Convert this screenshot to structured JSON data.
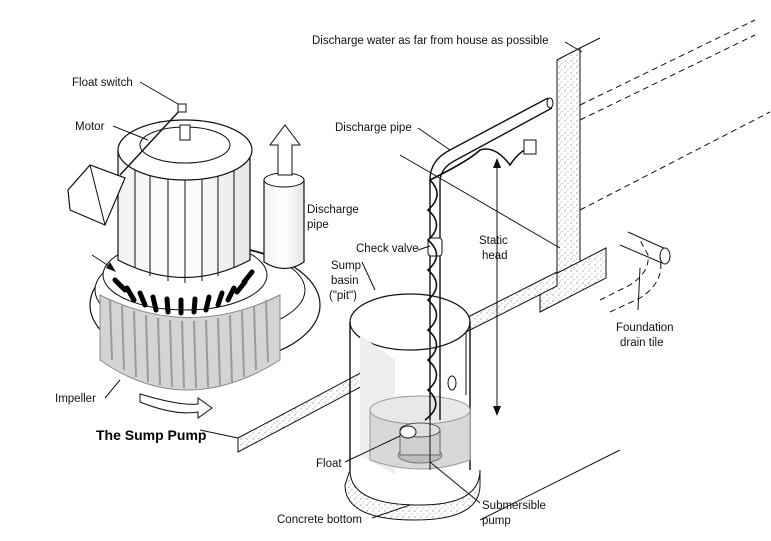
{
  "title": "The Sump Pump",
  "labels": {
    "discharge_water": "Discharge water as far from house as possible",
    "float_switch": "Float switch",
    "motor": "Motor",
    "discharge_pipe_top": "Discharge pipe",
    "discharge_pipe_left_1": "Discharge",
    "discharge_pipe_left_2": "pipe",
    "check_valve": "Check valve",
    "sump_basin_1": "Sump",
    "sump_basin_2": "basin",
    "sump_basin_3": "(\"pit\")",
    "static_head_1": "Static",
    "static_head_2": "head",
    "foundation_1": "Foundation",
    "foundation_2": "drain tile",
    "impeller": "Impeller",
    "float": "Float",
    "submersible_1": "Submersible",
    "submersible_2": "pump",
    "concrete_bottom": "Concrete bottom"
  }
}
